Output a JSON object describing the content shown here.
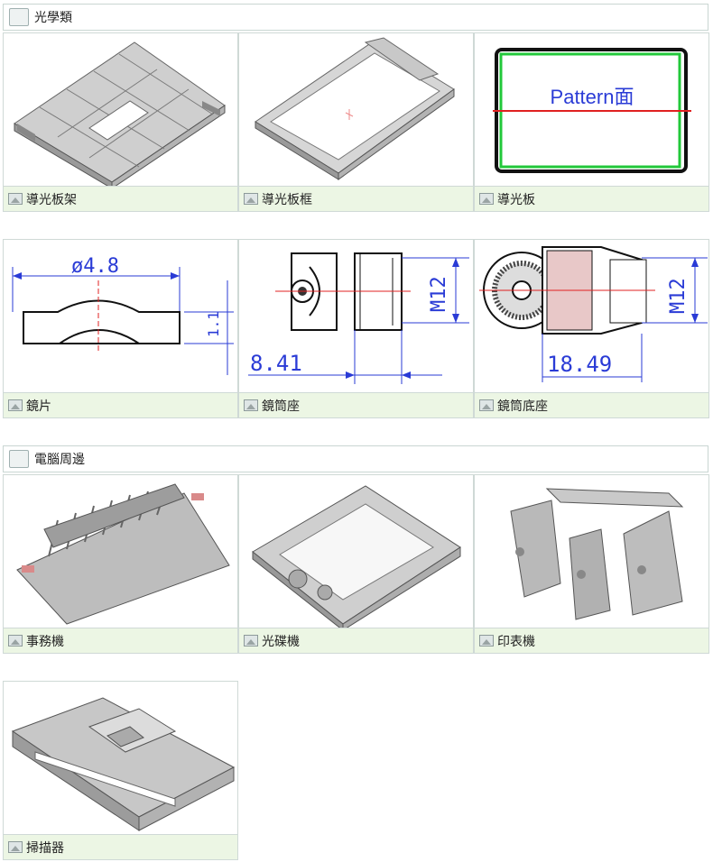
{
  "sections": [
    {
      "title": "光學類",
      "items": [
        {
          "label": "導光板架",
          "icon": "image-icon"
        },
        {
          "label": "導光板框",
          "icon": "image-icon"
        },
        {
          "label": "導光板",
          "icon": "image-icon",
          "overlay_text": "Pattern面"
        }
      ]
    },
    {
      "items": [
        {
          "label": "鏡片",
          "icon": "image-icon",
          "dims": [
            "ø4.8",
            "1.1"
          ]
        },
        {
          "label": "鏡筒座",
          "icon": "image-icon",
          "dims": [
            "M12",
            "8.41"
          ]
        },
        {
          "label": "鏡筒底座",
          "icon": "image-icon",
          "dims": [
            "M12",
            "18.49"
          ]
        }
      ]
    },
    {
      "title": "電腦周邊",
      "items": [
        {
          "label": "事務機",
          "icon": "image-icon"
        },
        {
          "label": "光碟機",
          "icon": "image-icon"
        },
        {
          "label": "印表機",
          "icon": "image-icon"
        },
        {
          "label": "掃描器",
          "icon": "image-icon"
        }
      ]
    }
  ],
  "colors": {
    "caption_bg": "#ecf6e4",
    "border": "#cfd9d6",
    "dim_blue": "#2a3bd6",
    "green": "#22c83a",
    "red": "#e02020"
  }
}
